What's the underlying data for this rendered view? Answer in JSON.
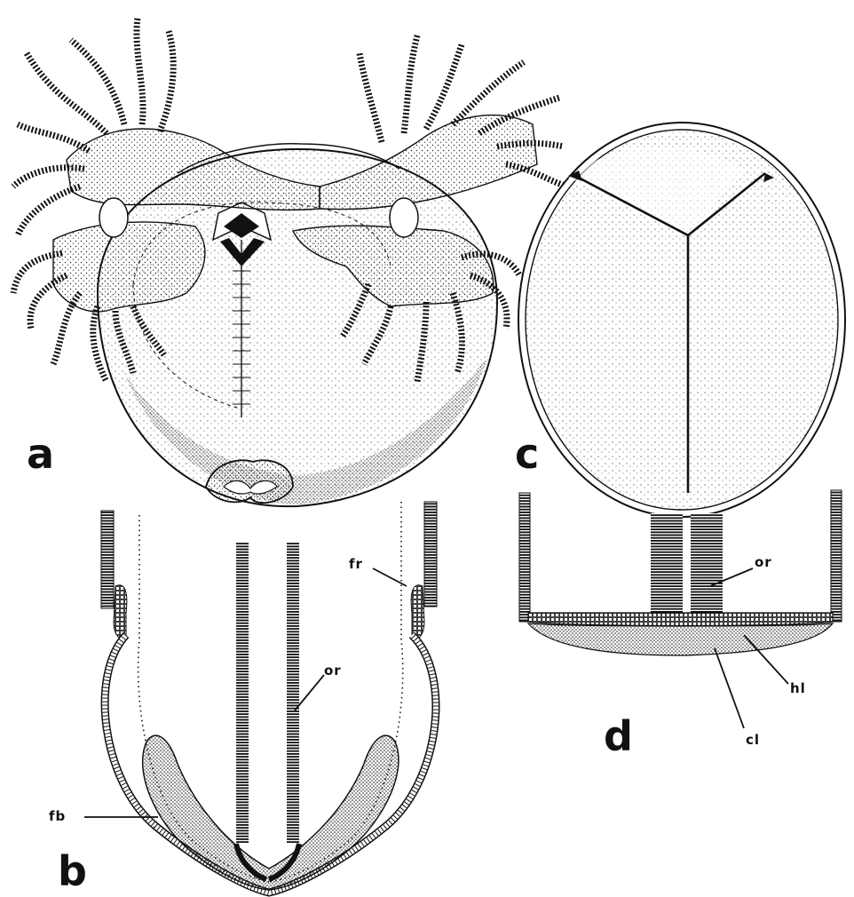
{
  "panels": {
    "a": "a",
    "b": "b",
    "c": "c",
    "d": "d"
  },
  "labels": {
    "fr": "fr",
    "or_b": "or",
    "fb": "fb",
    "or_d": "or",
    "hl": "hl",
    "cl": "cl"
  },
  "colors": {
    "ink": "#111111",
    "paper": "#ffffff"
  }
}
